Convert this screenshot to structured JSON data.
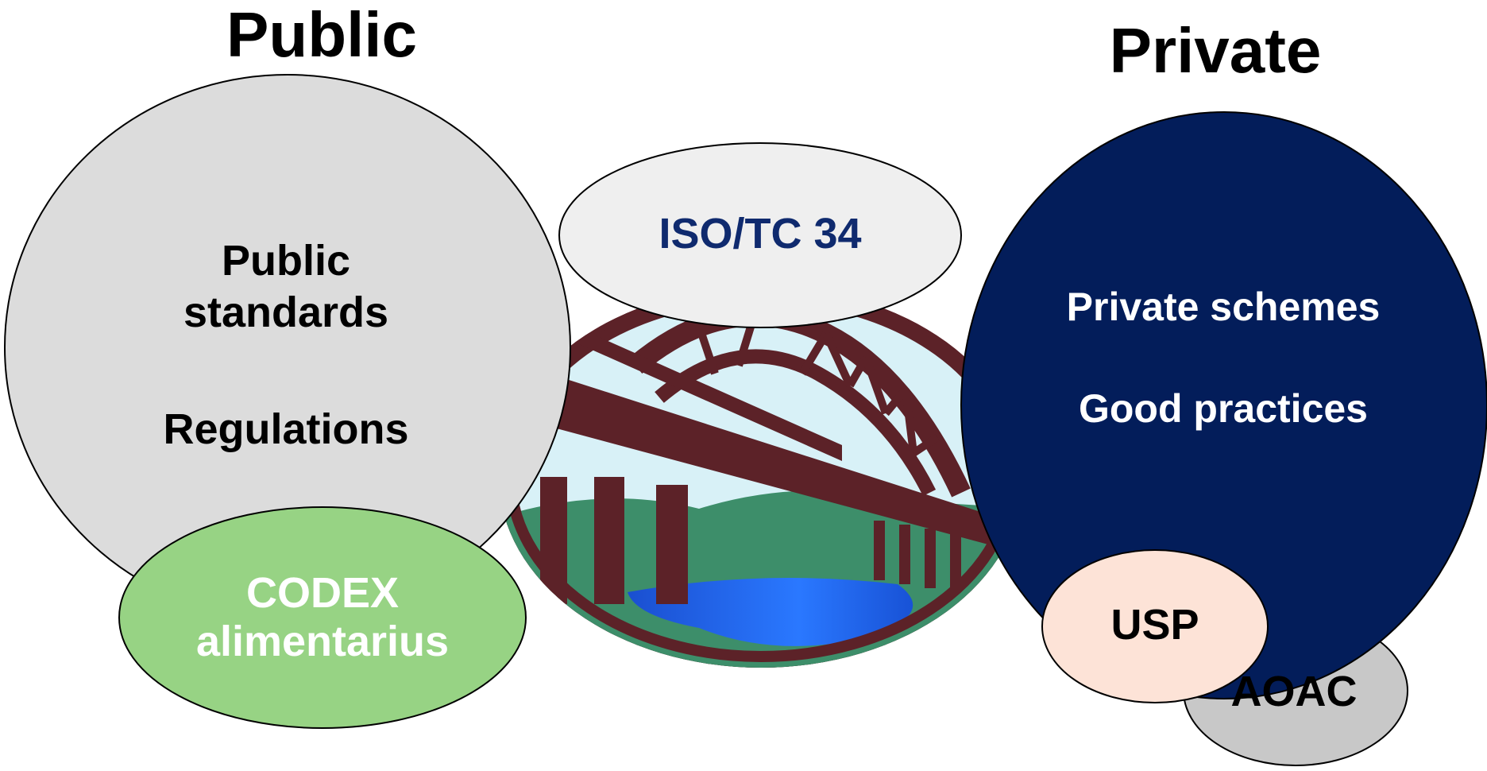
{
  "headings": {
    "public": "Public",
    "private": "Private"
  },
  "public_circle": {
    "line1": "Public",
    "line2": "standards",
    "line3": "Regulations",
    "fill": "#dcdcdc"
  },
  "codex": {
    "line1": "CODEX",
    "line2": "alimentarius",
    "fill": "#97d384"
  },
  "iso": {
    "label": "ISO/TC 34",
    "fill": "#efefef",
    "text_color": "#0f2a6e"
  },
  "private_circle": {
    "line1": "Private schemes",
    "line2": "Good practices",
    "fill": "#031d5a"
  },
  "usp": {
    "label": "USP",
    "fill": "#fde3d7"
  },
  "aoac": {
    "label": "AOAC",
    "fill": "#c8c8c8"
  },
  "bridge_logo": {
    "sky": "#d8f1f7",
    "structure": "#5c2228",
    "hills": "#3d8e6a",
    "water": "#1e64e0"
  }
}
